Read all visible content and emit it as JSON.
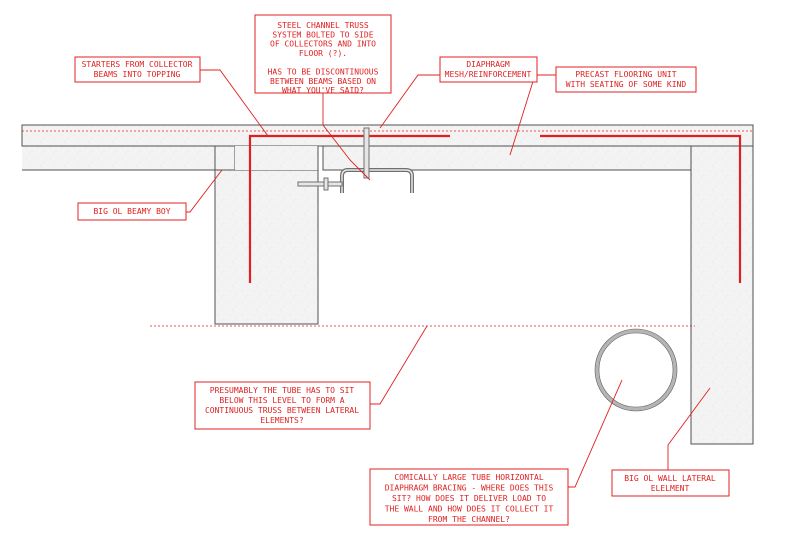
{
  "colors": {
    "annotation": "#e02020",
    "concrete_fill": "#f2f2f2",
    "outline": "#505050",
    "tube_ring": "#b5b5b5",
    "steel": "#707070"
  },
  "callouts": {
    "steel_channel": [
      "STEEL CHANNEL TRUSS",
      "SYSTEM BOLTED TO SIDE",
      "OF COLLECTORS AND INTO",
      "FLOOR (?).",
      "",
      "HAS TO BE DISCONTINUOUS",
      "BETWEEN BEAMS BASED ON",
      "WHAT YOU'VE SAID?"
    ],
    "starters": [
      "STARTERS FROM COLLECTOR",
      "BEAMS INTO TOPPING"
    ],
    "diaphragm_mesh": [
      "DIAPHRAGM",
      "MESH/REINFORCEMENT"
    ],
    "precast_unit": [
      "PRECAST FLOORING UNIT",
      "WITH SEATING OF SOME KIND"
    ],
    "beam": [
      "BIG OL BEAMY BOY"
    ],
    "tube_level": [
      "PRESUMABLY THE TUBE HAS TO SIT",
      "BELOW THIS LEVEL TO FORM A",
      "CONTINUOUS TRUSS BETWEEN LATERAL",
      "ELEMENTS?"
    ],
    "tube_bracing": [
      "COMICALLY LARGE TUBE HORIZONTAL",
      "DIAPHRAGM BRACING - WHERE DOES THIS",
      "SIT? HOW DOES IT DELIVER LOAD TO",
      "THE WALL AND HOW DOES IT COLLECT IT",
      "FROM THE CHANNEL?"
    ],
    "wall": [
      "BIG OL WALL LATERAL",
      "ELELMENT"
    ]
  }
}
